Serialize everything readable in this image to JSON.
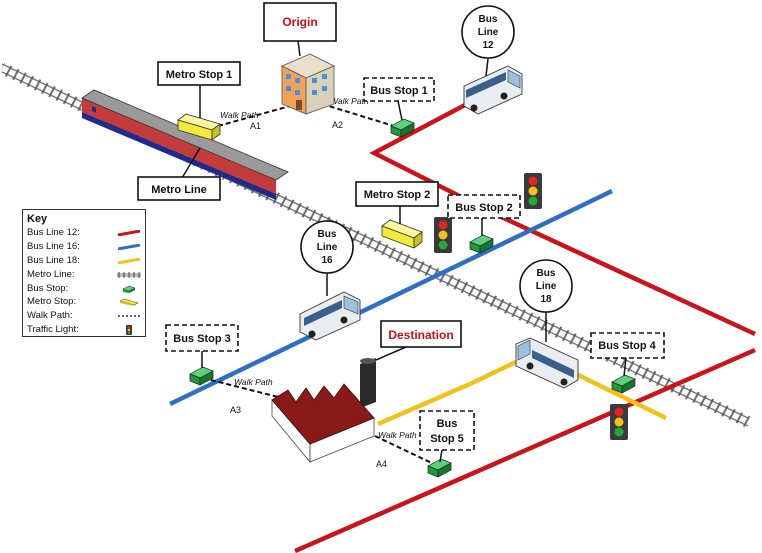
{
  "labels": {
    "origin": "Origin",
    "destination": "Destination",
    "metro_stop_1": "Metro Stop 1",
    "metro_stop_2": "Metro Stop 2",
    "metro_line": "Metro Line",
    "bus_stop_1": "Bus Stop 1",
    "bus_stop_2": "Bus Stop 2",
    "bus_stop_3": "Bus Stop 3",
    "bus_stop_4": "Bus Stop 4",
    "bus_stop_5_line1": "Bus",
    "bus_stop_5_line2": "Stop 5",
    "bus_line_12": [
      "Bus",
      "Line",
      "12"
    ],
    "bus_line_16": [
      "Bus",
      "Line",
      "16"
    ],
    "bus_line_18": [
      "Bus",
      "Line",
      "18"
    ],
    "walk_path": "Walk Path",
    "a1": "A1",
    "a2": "A2",
    "a3": "A3",
    "a4": "A4"
  },
  "legend": {
    "title": "Key",
    "items": [
      {
        "label": "Bus Line 12:",
        "icon": "red-line"
      },
      {
        "label": "Bus Line 16:",
        "icon": "blue-line"
      },
      {
        "label": "Bus Line 18:",
        "icon": "yellow-line"
      },
      {
        "label": "Metro Line:",
        "icon": "rail-track"
      },
      {
        "label": "Bus Stop:",
        "icon": "green-stop-box"
      },
      {
        "label": "Metro Stop:",
        "icon": "yellow-stop-box"
      },
      {
        "label": "Walk Path:",
        "icon": "dashed-line"
      },
      {
        "label": "Traffic Light:",
        "icon": "traffic-light"
      }
    ]
  },
  "colors": {
    "bus_line_12": "#c8141a",
    "bus_line_16": "#2e6fc4",
    "bus_line_18": "#f2c21b",
    "bus_stop": "#1e9a3a",
    "metro_stop": "#f2ea3a",
    "title_red": "#c0121a"
  }
}
